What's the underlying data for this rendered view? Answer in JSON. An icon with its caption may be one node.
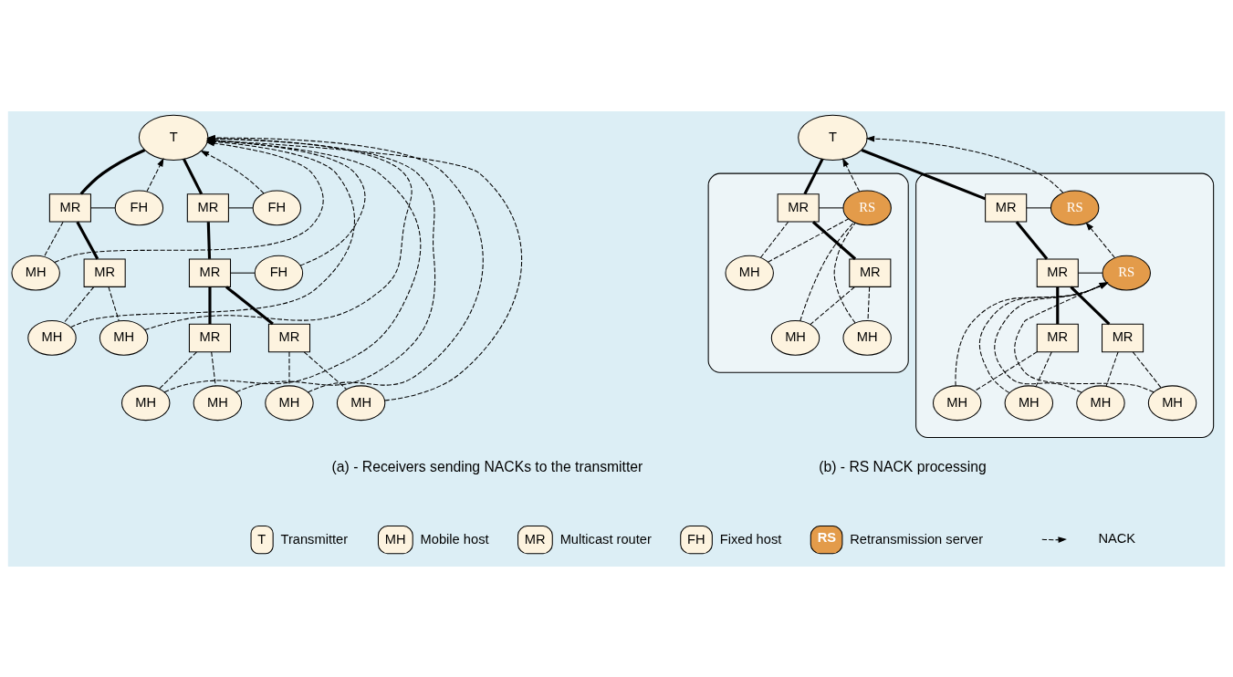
{
  "diagram": {
    "nodes": [
      {
        "text": [
          "T"
        ]
      },
      {
        "text": [
          "MR"
        ]
      },
      {
        "text": [
          "FH"
        ]
      },
      {
        "text": [
          "MH"
        ]
      },
      {
        "text": [
          "MR"
        ]
      },
      {
        "text": [
          "MH"
        ]
      },
      {
        "text": [
          "MH"
        ]
      },
      {
        "text": [
          "MR"
        ]
      },
      {
        "text": [
          "FH"
        ]
      },
      {
        "text": [
          "MR"
        ]
      },
      {
        "text": [
          "FH"
        ]
      },
      {
        "text": [
          "MR"
        ]
      },
      {
        "text": [
          "MR"
        ]
      },
      {
        "text": [
          "MH"
        ]
      },
      {
        "text": [
          "MH"
        ]
      },
      {
        "text": [
          "MH"
        ]
      },
      {
        "text": [
          "MH"
        ]
      },
      {
        "text": [
          "T"
        ]
      },
      {
        "text": [],
        "shape": "cloud"
      },
      {
        "text": [
          "MR"
        ],
        "in": 18
      },
      {
        "text": [
          "RS"
        ],
        "in": 18
      },
      {
        "text": [
          "MH"
        ],
        "in": 18
      },
      {
        "text": [
          "MR"
        ],
        "in": 18
      },
      {
        "text": [
          "MH"
        ],
        "in": 18
      },
      {
        "text": [
          "MH"
        ],
        "in": 18
      },
      {
        "text": [],
        "shape": "cloud"
      },
      {
        "text": [
          "MR"
        ],
        "in": 25
      },
      {
        "text": [
          "RS"
        ],
        "in": 25
      },
      {
        "text": [
          "MR"
        ],
        "in": 25
      },
      {
        "text": [
          "RS"
        ],
        "in": 25
      },
      {
        "text": [
          "MR"
        ],
        "in": 25
      },
      {
        "text": [
          "MR"
        ],
        "in": 25
      },
      {
        "text": [
          "MH"
        ],
        "in": 25
      },
      {
        "text": [
          "MH"
        ],
        "in": 25
      },
      {
        "text": [
          "MH"
        ],
        "in": 25
      },
      {
        "text": [
          "MH"
        ],
        "in": 25
      }
    ],
    "edges": [
      {
        "from": 0,
        "to": 1,
        "arrow": "none",
        "style": "thick"
      },
      {
        "from": 1,
        "to": 2,
        "arrow": "none"
      },
      {
        "from": 1,
        "to": 4,
        "arrow": "none",
        "style": "thick"
      },
      {
        "from": 0,
        "to": 7,
        "arrow": "none",
        "style": "thick"
      },
      {
        "from": 7,
        "to": 8,
        "arrow": "none"
      },
      {
        "from": 7,
        "to": 9,
        "arrow": "none",
        "style": "thick"
      },
      {
        "from": 9,
        "to": 10,
        "arrow": "none"
      },
      {
        "from": 9,
        "to": 11,
        "arrow": "none",
        "style": "thick"
      },
      {
        "from": 9,
        "to": 12,
        "arrow": "none",
        "style": "thick"
      },
      {
        "from": 1,
        "to": 3,
        "arrow": "none",
        "style": "dashed"
      },
      {
        "from": 4,
        "to": 5,
        "arrow": "none",
        "style": "dashed"
      },
      {
        "from": 4,
        "to": 6,
        "arrow": "none",
        "style": "dashed"
      },
      {
        "from": 11,
        "to": 13,
        "arrow": "none",
        "style": "dashed"
      },
      {
        "from": 11,
        "to": 14,
        "arrow": "none",
        "style": "dashed"
      },
      {
        "from": 12,
        "to": 15,
        "arrow": "none",
        "style": "dashed"
      },
      {
        "from": 12,
        "to": 16,
        "arrow": "none",
        "style": "dashed"
      },
      {
        "from": 3,
        "to": 0,
        "arrow": "to",
        "style": "dashed"
      },
      {
        "from": 5,
        "to": 0,
        "arrow": "to",
        "style": "dashed"
      },
      {
        "from": 6,
        "to": 0,
        "arrow": "to",
        "style": "dashed"
      },
      {
        "from": 2,
        "to": 0,
        "arrow": "to",
        "style": "dashed"
      },
      {
        "from": 13,
        "to": 0,
        "arrow": "to",
        "style": "dashed"
      },
      {
        "from": 14,
        "to": 0,
        "arrow": "to",
        "style": "dashed"
      },
      {
        "from": 15,
        "to": 0,
        "arrow": "to",
        "style": "dashed"
      },
      {
        "from": 10,
        "to": 0,
        "arrow": "to",
        "style": "dashed"
      },
      {
        "from": 16,
        "to": 0,
        "arrow": "to",
        "style": "dashed"
      },
      {
        "from": 8,
        "to": 0,
        "arrow": "to",
        "style": "dashed"
      },
      {
        "from": 17,
        "to": 19,
        "arrow": "none",
        "style": "thick"
      },
      {
        "from": 19,
        "to": 20,
        "arrow": "none"
      },
      {
        "from": 19,
        "to": 22,
        "arrow": "none",
        "style": "thick"
      },
      {
        "from": 19,
        "to": 21,
        "arrow": "none",
        "style": "dashed"
      },
      {
        "from": 22,
        "to": 23,
        "arrow": "none",
        "style": "dashed"
      },
      {
        "from": 22,
        "to": 24,
        "arrow": "none",
        "style": "dashed"
      },
      {
        "from": 20,
        "to": 17,
        "arrow": "to",
        "style": "dashed"
      },
      {
        "from": 21,
        "to": 20,
        "arrow": "none",
        "style": "dashed"
      },
      {
        "from": 23,
        "to": 20,
        "arrow": "none",
        "style": "dashed"
      },
      {
        "from": 24,
        "to": 20,
        "arrow": "none",
        "style": "dashed"
      },
      {
        "from": 17,
        "to": 26,
        "arrow": "none",
        "style": "thick"
      },
      {
        "from": 26,
        "to": 27,
        "arrow": "none"
      },
      {
        "from": 26,
        "to": 28,
        "arrow": "none",
        "style": "thick"
      },
      {
        "from": 28,
        "to": 29,
        "arrow": "none"
      },
      {
        "from": 28,
        "to": 30,
        "arrow": "none",
        "style": "thick"
      },
      {
        "from": 28,
        "to": 31,
        "arrow": "none",
        "style": "thick"
      },
      {
        "from": 30,
        "to": 32,
        "arrow": "none",
        "style": "dashed"
      },
      {
        "from": 30,
        "to": 33,
        "arrow": "none",
        "style": "dashed"
      },
      {
        "from": 31,
        "to": 34,
        "arrow": "none",
        "style": "dashed"
      },
      {
        "from": 31,
        "to": 35,
        "arrow": "none",
        "style": "dashed"
      },
      {
        "from": 27,
        "to": 17,
        "arrow": "to",
        "style": "dashed"
      },
      {
        "from": 29,
        "to": 27,
        "arrow": "to",
        "style": "dashed"
      },
      {
        "from": 32,
        "to": 29,
        "arrow": "to",
        "style": "dashed"
      },
      {
        "from": 33,
        "to": 29,
        "arrow": "to",
        "style": "dashed"
      },
      {
        "from": 34,
        "to": 29,
        "arrow": "to",
        "style": "dashed"
      },
      {
        "from": 35,
        "to": 29,
        "arrow": "to",
        "style": "dashed"
      }
    ],
    "labels": [
      "(a) - Receivers sending NACKs to the transmitter",
      "(b) - RS NACK processing",
      "T",
      "MH",
      "MR",
      "FH",
      "RS"
    ],
    "legend": [
      {
        "text": "Transmitter",
        "color": "#fdf3df"
      },
      {
        "text": "Mobile host",
        "color": "#fdf3df"
      },
      {
        "text": "Multicast router",
        "color": "#fdf3df"
      },
      {
        "text": "Fixed host",
        "color": "#fdf3df"
      },
      {
        "text": "Retransmission server",
        "color": "#e39b4a"
      },
      {
        "text": "NACK"
      }
    ]
  }
}
